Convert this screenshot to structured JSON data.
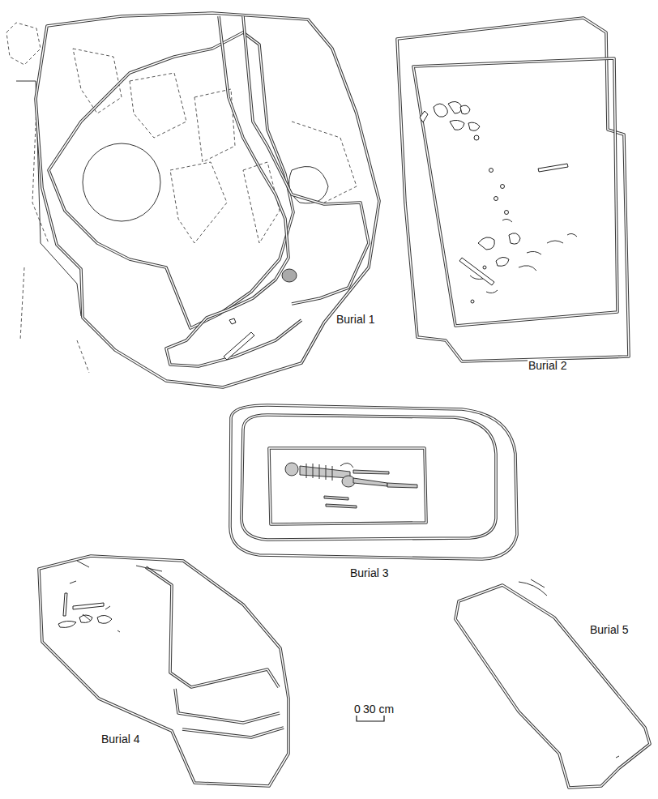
{
  "diagram": {
    "labels": [
      "Burial 1",
      "Burial 2",
      "Burial 3",
      "Burial 4",
      "Burial 5",
      "0",
      "30 cm"
    ]
  }
}
